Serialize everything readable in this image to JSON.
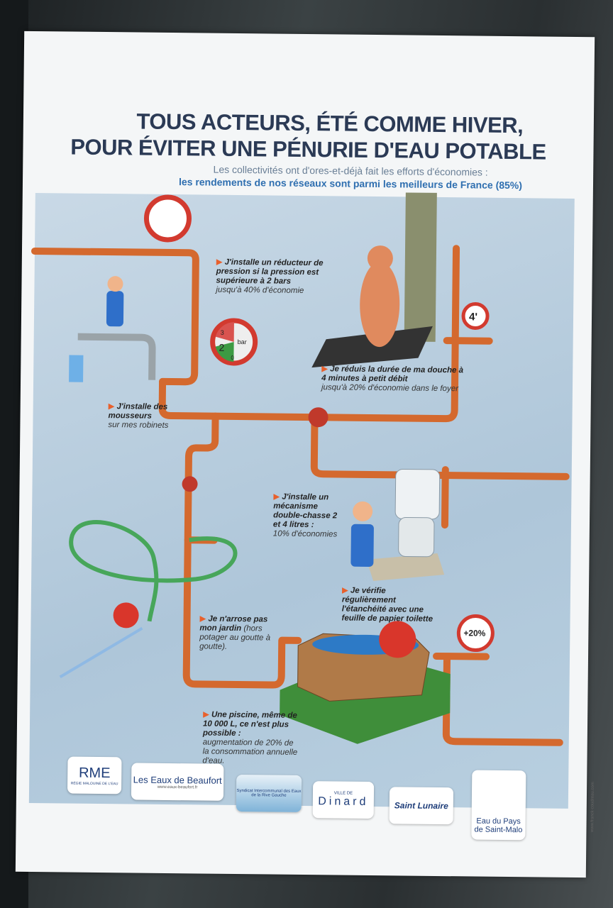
{
  "poster": {
    "title_line1": "TOUS ACTEURS, ÉTÉ COMME HIVER,",
    "title_line2": "POUR ÉVITER UNE PÉNURIE D'EAU POTABLE",
    "subtitle_line1": "Les collectivités ont d'ores-et-déjà fait les efforts d'économies :",
    "subtitle_line2": "les rendements de nos réseaux sont parmi les meilleurs de France (85%)"
  },
  "tips": [
    {
      "bold": "J'installe un réducteur de pression si la pression est supérieure à 2 bars",
      "note": "jusqu'à 40% d'économie"
    },
    {
      "bold": "Je réduis la durée de ma douche à 4 minutes à petit débit",
      "note": "jusqu'à 20% d'économie dans le foyer"
    },
    {
      "bold": "J'installe des mousseurs",
      "note": "sur mes robinets"
    },
    {
      "bold": "J'installe un mécanisme double-chasse 2 et 4 litres :",
      "note": "10% d'économies"
    },
    {
      "bold": "Je vérifie régulièrement l'étanchéité avec une feuille de papier toilette",
      "note": ""
    },
    {
      "bold": "Je n'arrose pas mon jardin",
      "note": "(hors potager au goutte à goutte)."
    },
    {
      "bold": "Une piscine, même de 10 000 L, ce n'est plus possible :",
      "note": "augmentation de 20% de la consommation annuelle d'eau."
    }
  ],
  "gauges": {
    "pressure_unit": "bar",
    "pressure_3": "3",
    "pressure_2": "2",
    "pressure_0": "0",
    "shower": "4'",
    "pool": "+20%"
  },
  "logos": {
    "rme": "RME",
    "rme_sub": "RÉGIE MALOUINE DE L'EAU",
    "beaufort": "Les Eaux de Beaufort",
    "beaufort_url": "www.eaux-beaufort.fr",
    "syndicat": "Syndicat Intercommunal des Eaux de la Rive Gauche",
    "dinard_small": "VILLE DE",
    "dinard": "Dinard",
    "saint_lunaire": "Saint Lunaire",
    "saint_malo": "Eau du Pays de Saint-Malo"
  },
  "credit": "www.franck-coudreau.com",
  "colors": {
    "pipe": "#d4692e",
    "title": "#2b3a55",
    "accent": "#e8602c",
    "subtitle_blue": "#2f6fb0"
  }
}
